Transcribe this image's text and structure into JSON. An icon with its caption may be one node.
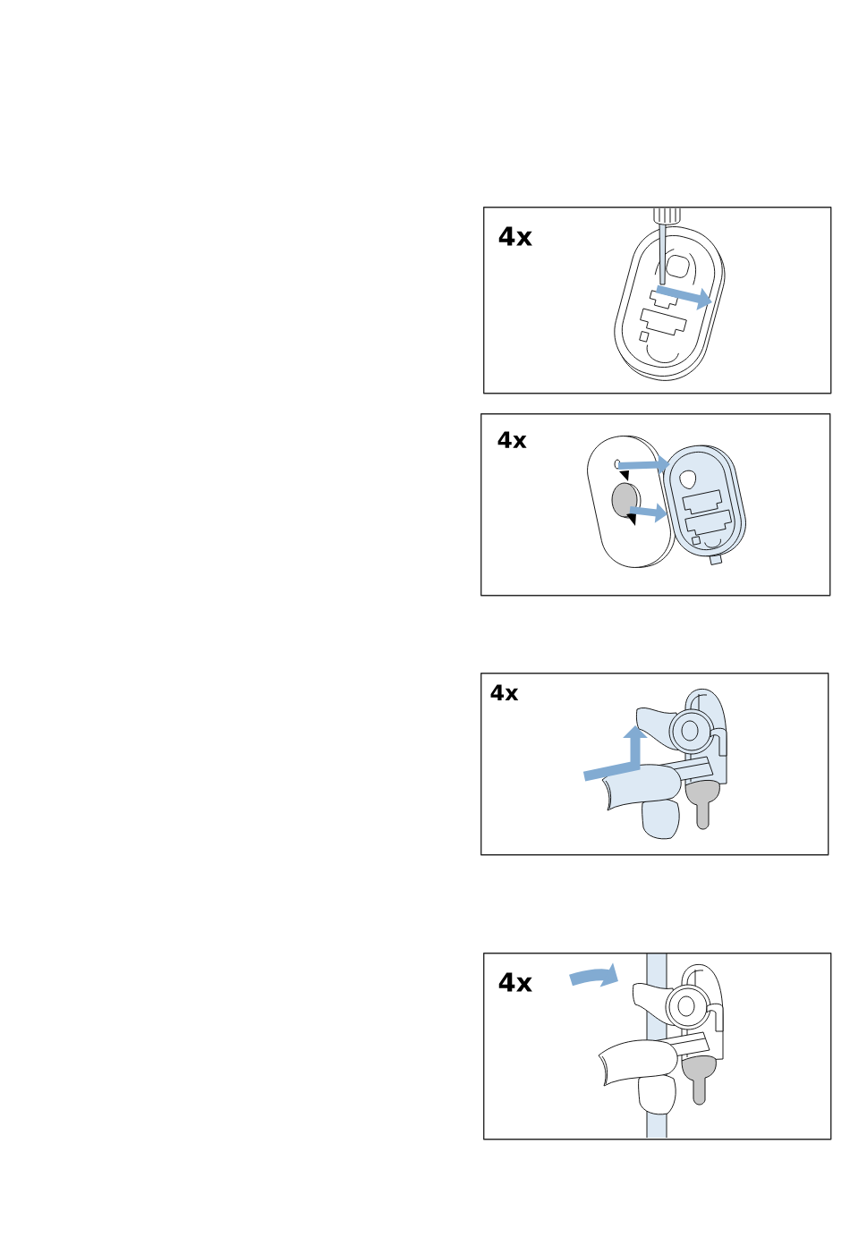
{
  "diagram": {
    "nodes": [
      {
        "text": [
          "4x"
        ]
      },
      {
        "text": [
          "4x"
        ]
      },
      {
        "text": [
          "4x"
        ]
      },
      {
        "text": [
          "4x"
        ]
      }
    ]
  }
}
